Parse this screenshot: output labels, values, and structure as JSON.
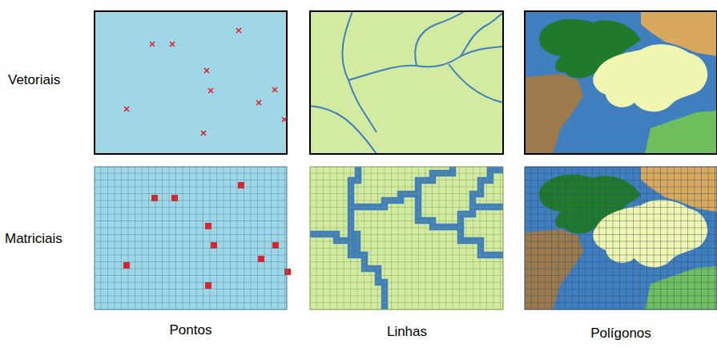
{
  "diagram": {
    "labels": [
      "Vetoriais",
      "Matriciais",
      "Pontos",
      "Linhas",
      "Polígonos"
    ]
  }
}
